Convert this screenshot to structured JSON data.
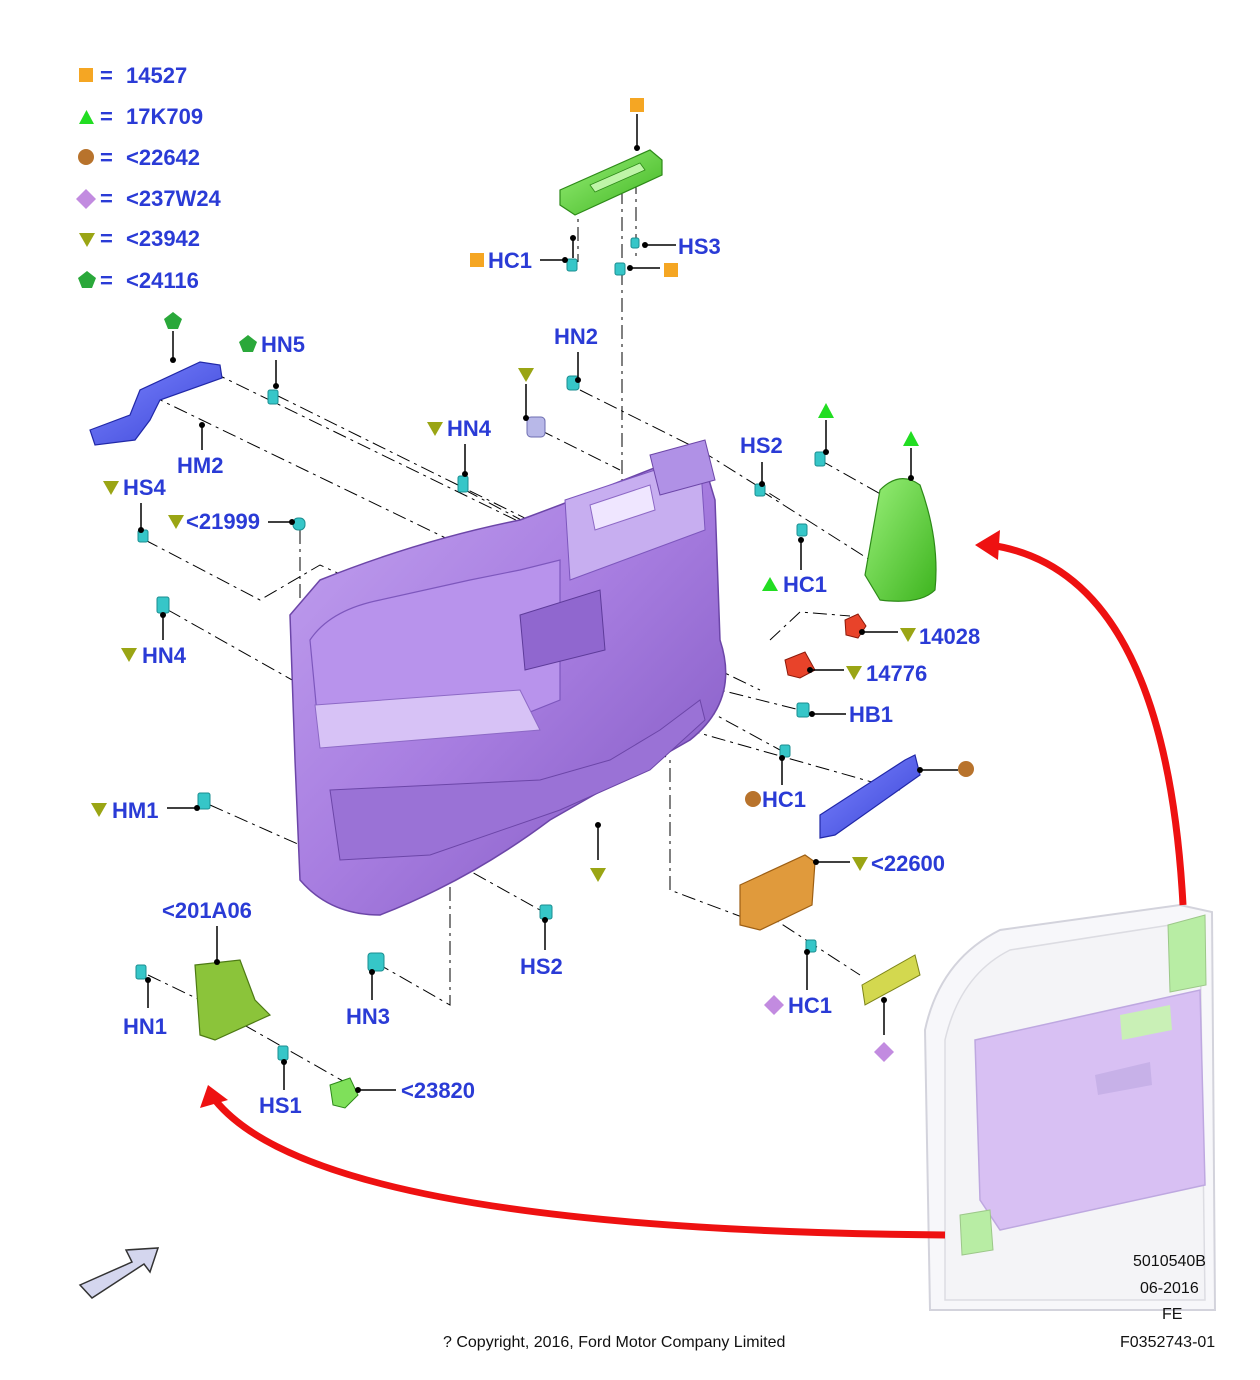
{
  "legend": [
    {
      "symbol": "square",
      "color": "#f5a623",
      "eq": "=",
      "label": "14527"
    },
    {
      "symbol": "triangle-up",
      "color": "#22dd22",
      "eq": "=",
      "label": "17K709"
    },
    {
      "symbol": "circle",
      "color": "#b8732c",
      "eq": "=",
      "label": "<22642"
    },
    {
      "symbol": "diamond",
      "color": "#c28be0",
      "eq": "=",
      "label": "<237W24"
    },
    {
      "symbol": "triangle-down",
      "color": "#9aa514",
      "eq": "=",
      "label": "<23942"
    },
    {
      "symbol": "pentagon",
      "color": "#2aa83a",
      "eq": "=",
      "label": "<24116"
    }
  ],
  "callouts": {
    "hc1_top": "HC1",
    "hs3": "HS3",
    "hn5": "HN5",
    "hn2": "HN2",
    "hm2": "HM2",
    "hn4_top": "HN4",
    "hs2_right": "HS2",
    "hs4": "HS4",
    "p21999": "<21999",
    "hc1_right": "HC1",
    "p14028": "14028",
    "hn4_left": "HN4",
    "p14776": "14776",
    "hb1": "HB1",
    "hc1_mid": "HC1",
    "hm1": "HM1",
    "p22600": "<22600",
    "p201a06": "<201A06",
    "hs2_bottom": "HS2",
    "hc1_bottom": "HC1",
    "hn1": "HN1",
    "hn3": "HN3",
    "p23820": "<23820",
    "hs1": "HS1"
  },
  "footer": {
    "code1": "5010540B",
    "date": "06-2016",
    "fe": "FE",
    "code2": "F0352743-01",
    "copyright": "? Copyright, 2016, Ford Motor Company Limited"
  },
  "colors": {
    "callout_text": "#2a3bd6",
    "panel_purple": "#a77de0",
    "switch_green": "#5ed13a",
    "arrow_red": "#ee1111",
    "clip_cyan": "#36c6c8"
  },
  "icons": {
    "view-direction": "view-direction-arrow-icon"
  }
}
